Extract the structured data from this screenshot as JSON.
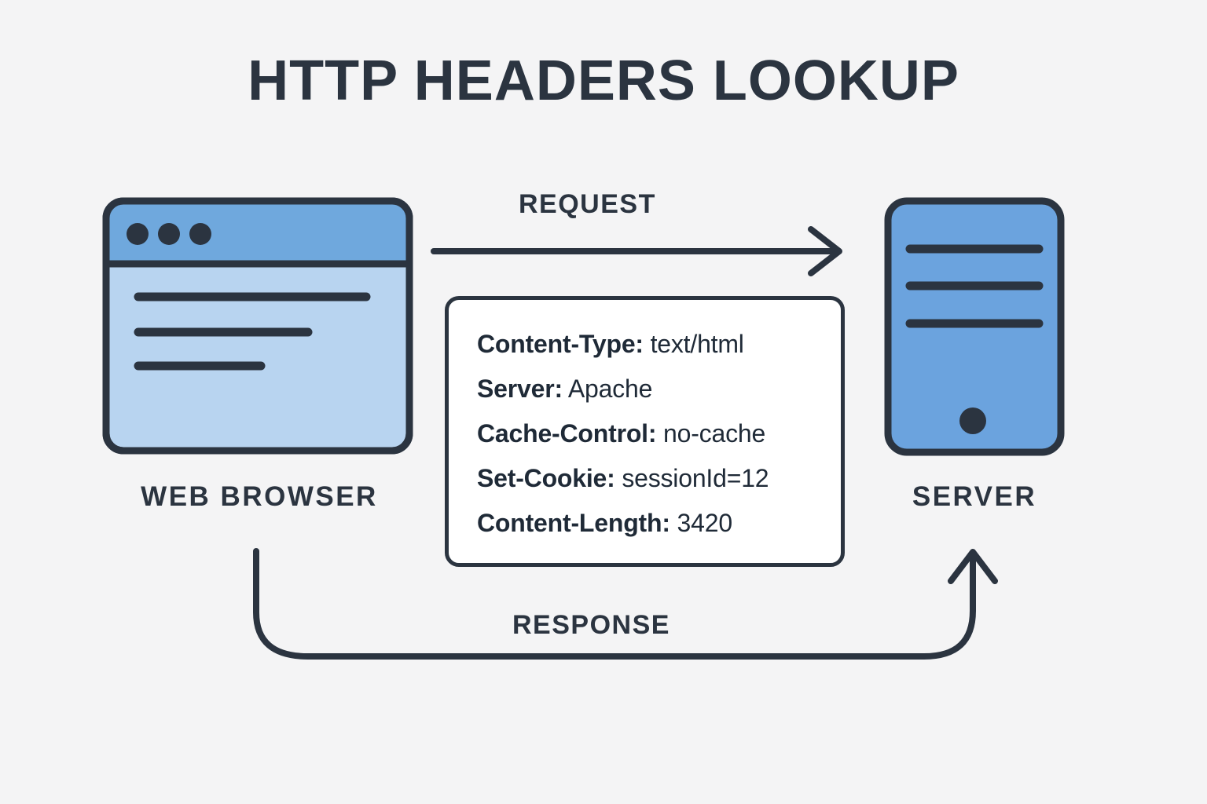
{
  "title": "HTTP HEADERS LOOKUP",
  "colors": {
    "background": "#f4f4f5",
    "ink": "#2b3440",
    "browser_titlebar": "#6fa8dd",
    "browser_body": "#b8d4f0",
    "server_fill": "#6ba3de",
    "panel_background": "#ffffff"
  },
  "nodes": {
    "browser": {
      "caption": "WEB BROWSER",
      "icon": "browser-window-icon",
      "dots": 3,
      "content_lines": 3
    },
    "server": {
      "caption": "SERVER",
      "icon": "server-tower-icon",
      "slots": 3,
      "power_indicator": 1
    }
  },
  "flows": {
    "request": {
      "label": "REQUEST",
      "direction": "browser-to-server",
      "arrow": "straight-right-arrow"
    },
    "response": {
      "label": "RESPONSE",
      "direction": "browser-to-server-loop",
      "arrow": "curved-up-arrow"
    }
  },
  "headers_panel": {
    "lines": [
      {
        "name": "Content-Type:",
        "value": "text/html"
      },
      {
        "name": "Server:",
        "value": "Apache"
      },
      {
        "name": "Cache-Control:",
        "value": "no-cache"
      },
      {
        "name": "Set-Cookie:",
        "value": "sessionId=12"
      },
      {
        "name": "Content-Length:",
        "value": "3420"
      }
    ]
  }
}
